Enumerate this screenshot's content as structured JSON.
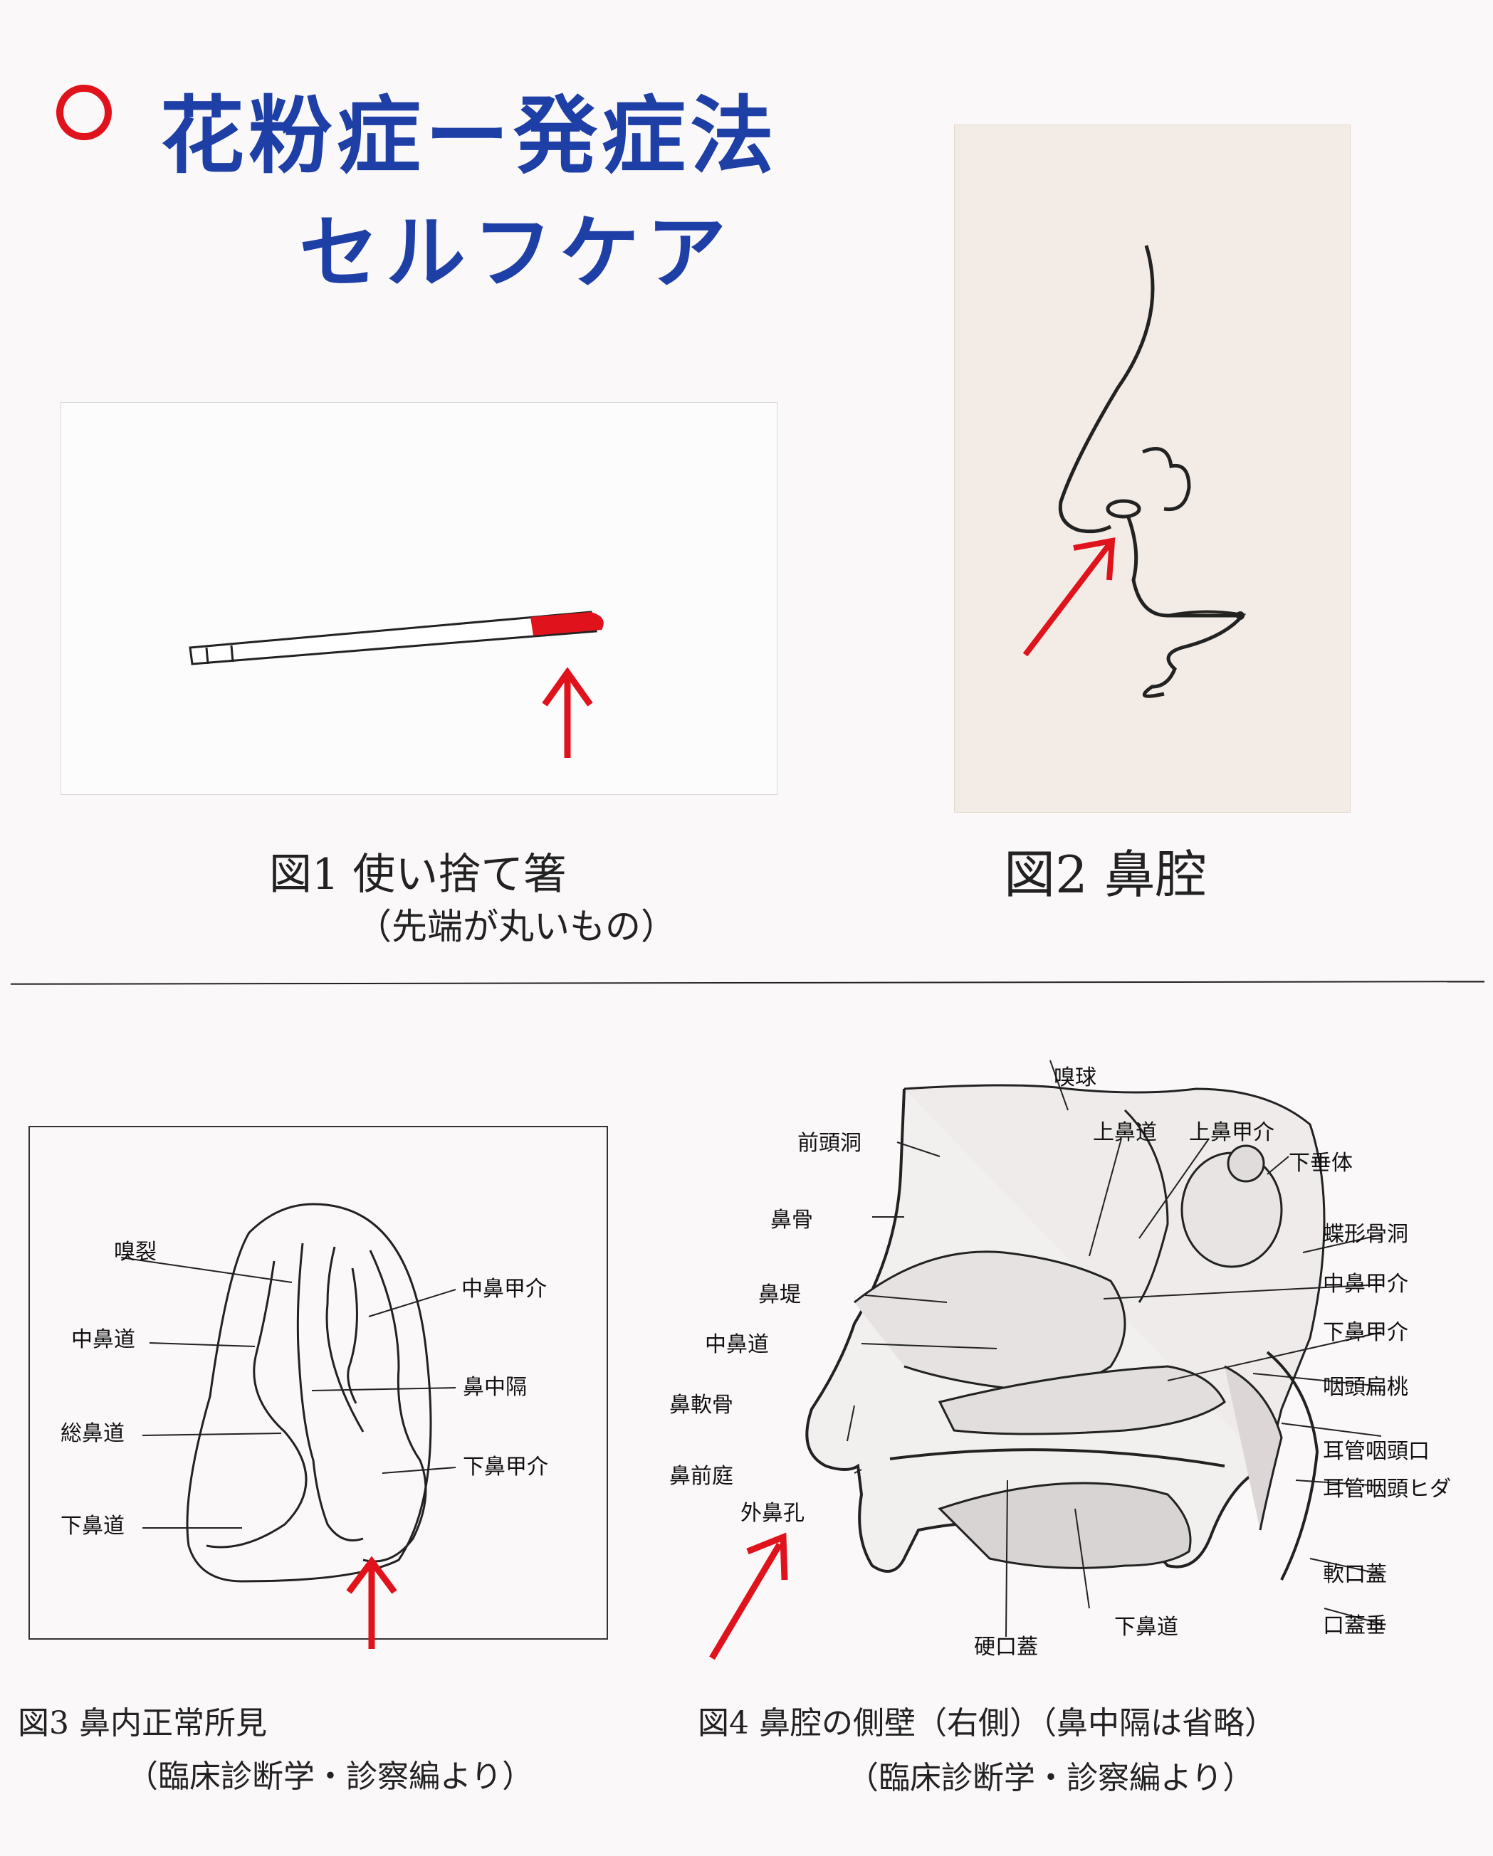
{
  "header": {
    "title_line1": "花粉症ー発症法",
    "title_line2": "セルフケア"
  },
  "figures": {
    "fig1": {
      "caption": "図1 使い捨て箸",
      "subcaption": "（先端が丸いもの）"
    },
    "fig2": {
      "caption": "図2 鼻腔"
    },
    "fig3": {
      "caption": "図3 鼻内正常所見",
      "source": "（臨床診断学・診察編より）",
      "labels": [
        "嗅裂",
        "中鼻道",
        "総鼻道",
        "下鼻道",
        "中鼻甲介",
        "鼻中隔",
        "下鼻甲介"
      ]
    },
    "fig4": {
      "caption": "図4 鼻腔の側壁（右側）（鼻中隔は省略）",
      "source": "（臨床診断学・診察編より）",
      "labels": [
        "嗅球",
        "前頭洞",
        "上鼻道",
        "上鼻甲介",
        "下垂体",
        "鼻骨",
        "蝶形骨洞",
        "中鼻甲介",
        "鼻堤",
        "下鼻甲介",
        "中鼻道",
        "咽頭扁桃",
        "鼻軟骨",
        "耳管咽頭口",
        "鼻前庭",
        "耳管咽頭ヒダ",
        "外鼻孔",
        "軟口蓋",
        "口蓋垂",
        "下鼻道",
        "硬口蓋"
      ]
    }
  },
  "colors": {
    "title": "#1d3fa6",
    "accent_red": "#e0121b",
    "ink": "#1a1a1a"
  }
}
